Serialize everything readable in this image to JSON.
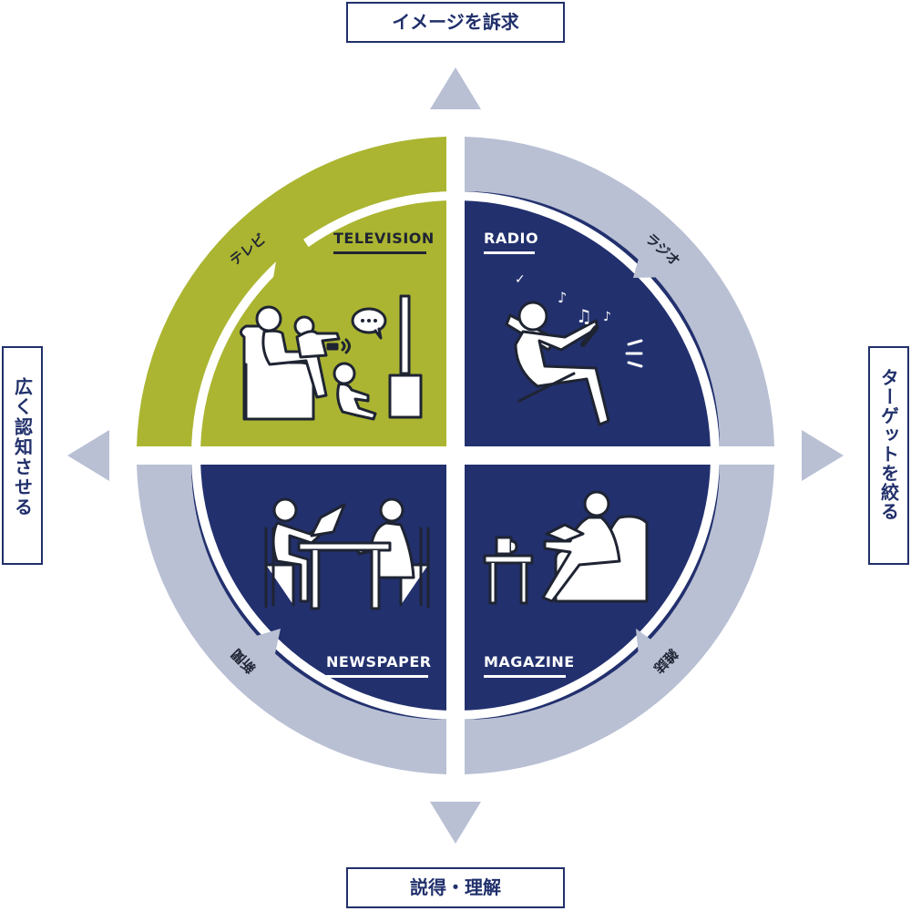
{
  "axes": {
    "top": "イメージを訴求",
    "bottom": "説得・理解",
    "left": "広く認知させる",
    "right": "ターゲットを絞る"
  },
  "quadrants": {
    "television": {
      "label": "TELEVISION",
      "ring_label": "テレビ"
    },
    "radio": {
      "label": "RADIO",
      "ring_label": "ラジオ"
    },
    "newspaper": {
      "label": "NEWSPAPER",
      "ring_label": "新聞"
    },
    "magazine": {
      "label": "MAGAZINE",
      "ring_label": "雑誌"
    }
  },
  "colors": {
    "navy": "#22306e",
    "olive": "#abb531",
    "ring": "#b9c0d4",
    "arrow": "#b9c0d4",
    "box_border": "#21306b"
  }
}
